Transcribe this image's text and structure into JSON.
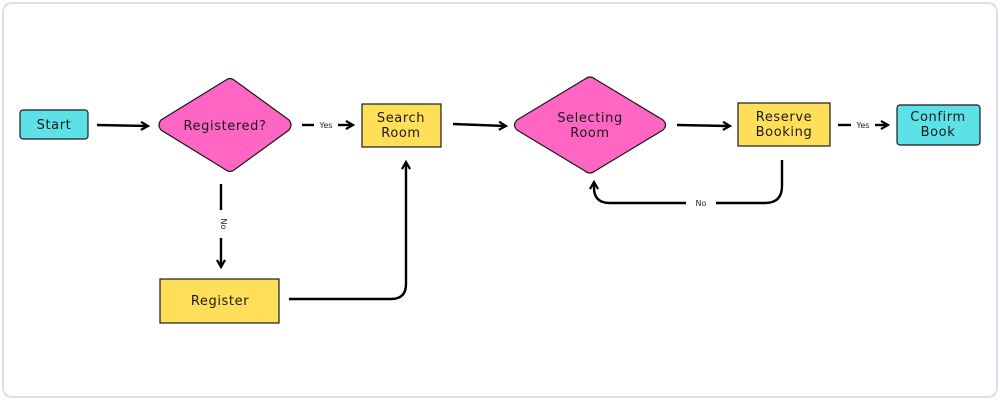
{
  "colors": {
    "terminal": "#5ce1e6",
    "decision": "#ff66c4",
    "process": "#ffde59",
    "stroke": "#1a1a1a",
    "frame_border": "#dcdcf5"
  },
  "nodes": {
    "start": {
      "label": "Start"
    },
    "registered": {
      "label": "Registered?"
    },
    "search_room": {
      "lines": [
        "Search",
        "Room"
      ]
    },
    "selecting_room": {
      "lines": [
        "Selecting",
        "Room"
      ]
    },
    "reserve_booking": {
      "lines": [
        "Reserve",
        "Booking"
      ]
    },
    "confirm_book": {
      "lines": [
        "Confirm",
        "Book"
      ]
    },
    "register": {
      "label": "Register"
    }
  },
  "edges": {
    "registered_yes": {
      "label": "Yes"
    },
    "registered_no": {
      "label": "No"
    },
    "reserve_no": {
      "label": "No"
    },
    "reserve_yes": {
      "label": "Yes"
    }
  }
}
